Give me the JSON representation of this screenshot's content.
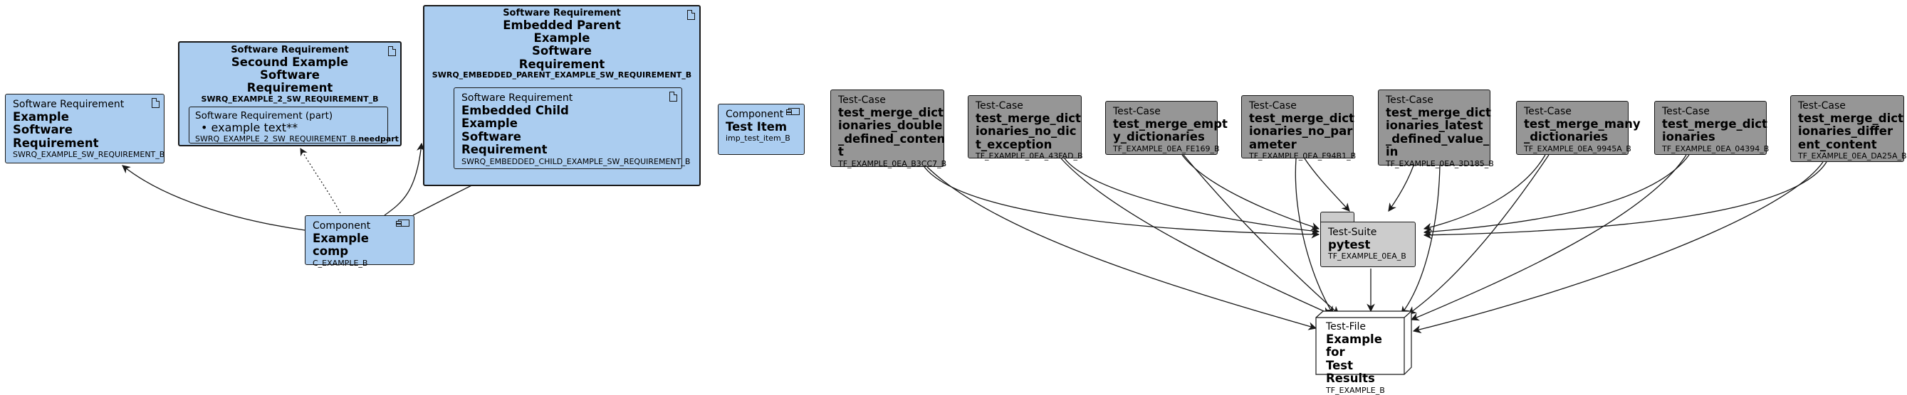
{
  "nodes": {
    "sw_req_b": {
      "type": "Software Requirement",
      "title_lines": [
        "Example",
        "Software",
        "Requirement"
      ],
      "id": "SWRQ_EXAMPLE_SW_REQUIREMENT_B"
    },
    "sw_req_2": {
      "type": "Software Requirement",
      "title_lines": [
        "Secound Example",
        "Software",
        "Requirement"
      ],
      "id": "SWRQ_EXAMPLE_2_SW_REQUIREMENT_B"
    },
    "sw_req_2_part": {
      "type": "Software Requirement (part)",
      "bullet": "example text**",
      "id_prefix": "SWRQ_EXAMPLE_2_SW_REQUIREMENT_B.",
      "id_suffix": "needpart"
    },
    "parent": {
      "type": "Software Requirement",
      "title_lines": [
        "Embedded Parent",
        "Example",
        "Software",
        "Requirement"
      ],
      "id": "SWRQ_EMBEDDED_PARENT_EXAMPLE_SW_REQUIREMENT_B"
    },
    "child": {
      "type": "Software Requirement",
      "title_lines": [
        "Embedded Child",
        "Example",
        "Software",
        "Requirement"
      ],
      "id": "SWRQ_EMBEDDED_CHILD_EXAMPLE_SW_REQUIREMENT_B"
    },
    "test_item": {
      "type": "Component",
      "title_lines": [
        "Test Item"
      ],
      "id": "imp_test_item_B"
    },
    "comp": {
      "type": "Component",
      "title_lines": [
        "Example comp"
      ],
      "id": "C_EXAMPLE_B"
    },
    "tc1": {
      "type": "Test-Case",
      "title_lines": [
        "test_merge_dict",
        "ionaries_double",
        "_defined_conten",
        "t"
      ],
      "id": "TF_EXAMPLE_0EA_B3CC7_B"
    },
    "tc2": {
      "type": "Test-Case",
      "title_lines": [
        "test_merge_dict",
        "ionaries_no_dic",
        "t_exception"
      ],
      "id": "TF_EXAMPLE_0EA_43FAD_B"
    },
    "tc3": {
      "type": "Test-Case",
      "title_lines": [
        "test_merge_empt",
        "y_dictionaries"
      ],
      "id": "TF_EXAMPLE_0EA_FE169_B"
    },
    "tc4": {
      "type": "Test-Case",
      "title_lines": [
        "test_merge_dict",
        "ionaries_no_par",
        "ameter"
      ],
      "id": "TF_EXAMPLE_0EA_F94B1_B"
    },
    "tc5": {
      "type": "Test-Case",
      "title_lines": [
        "test_merge_dict",
        "ionaries_latest",
        "_defined_value_",
        "in"
      ],
      "id": "TF_EXAMPLE_0EA_3D185_B"
    },
    "tc6": {
      "type": "Test-Case",
      "title_lines": [
        "test_merge_many",
        "_dictionaries"
      ],
      "id": "TF_EXAMPLE_0EA_9945A_B"
    },
    "tc7": {
      "type": "Test-Case",
      "title_lines": [
        "test_merge_dict",
        "ionaries"
      ],
      "id": "TF_EXAMPLE_0EA_04394_B"
    },
    "tc8": {
      "type": "Test-Case",
      "title_lines": [
        "test_merge_dict",
        "ionaries_differ",
        "ent_content"
      ],
      "id": "TF_EXAMPLE_0EA_DA25A_B"
    },
    "suite": {
      "type": "Test-Suite",
      "title_lines": [
        "pytest"
      ],
      "id": "TF_EXAMPLE_0EA_B"
    },
    "file": {
      "type": "Test-File",
      "title_lines": [
        "Example for",
        "Test Results"
      ],
      "id": "TF_EXAMPLE_B"
    }
  },
  "colors": {
    "requirement": "#abcdf0",
    "test_case": "#969696",
    "test_suite": "#cccccc",
    "test_file": "#ffffff",
    "line": "#181818"
  },
  "edges": [
    {
      "from": "comp",
      "to": "sw_req_b",
      "style": "solid"
    },
    {
      "from": "comp",
      "to": "sw_req_2_part",
      "style": "dotted"
    },
    {
      "from": "comp",
      "to": "parent",
      "style": "solid"
    },
    {
      "from": "comp",
      "to": "child",
      "style": "solid"
    },
    {
      "from": "tc1",
      "to": "suite",
      "style": "solid"
    },
    {
      "from": "tc1",
      "to": "file",
      "style": "solid"
    },
    {
      "from": "tc2",
      "to": "suite",
      "style": "solid"
    },
    {
      "from": "tc2",
      "to": "file",
      "style": "solid"
    },
    {
      "from": "tc3",
      "to": "suite",
      "style": "solid"
    },
    {
      "from": "tc3",
      "to": "file",
      "style": "solid"
    },
    {
      "from": "tc4",
      "to": "suite",
      "style": "solid"
    },
    {
      "from": "tc4",
      "to": "file",
      "style": "solid"
    },
    {
      "from": "tc5",
      "to": "suite",
      "style": "solid"
    },
    {
      "from": "tc5",
      "to": "file",
      "style": "solid"
    },
    {
      "from": "tc6",
      "to": "suite",
      "style": "solid"
    },
    {
      "from": "tc6",
      "to": "file",
      "style": "solid"
    },
    {
      "from": "tc7",
      "to": "suite",
      "style": "solid"
    },
    {
      "from": "tc7",
      "to": "file",
      "style": "solid"
    },
    {
      "from": "tc8",
      "to": "suite",
      "style": "solid"
    },
    {
      "from": "tc8",
      "to": "file",
      "style": "solid"
    },
    {
      "from": "suite",
      "to": "file",
      "style": "solid"
    }
  ]
}
